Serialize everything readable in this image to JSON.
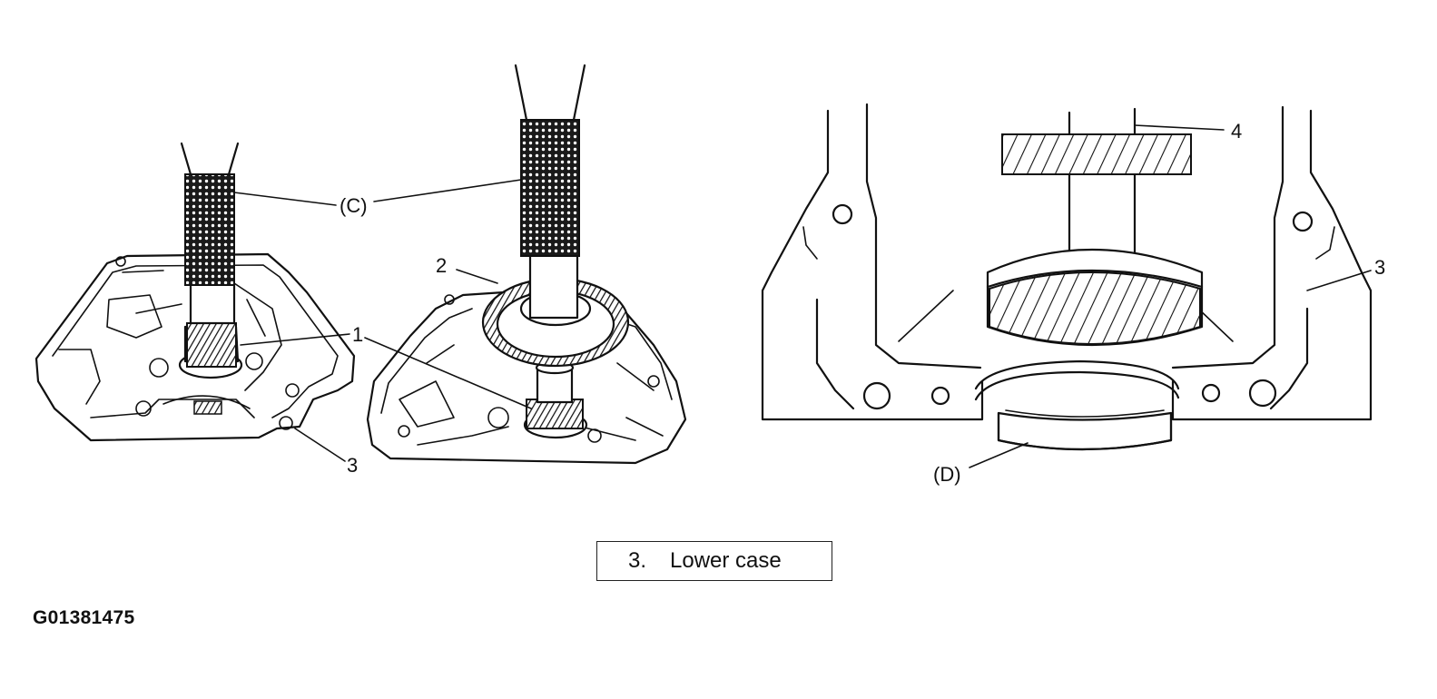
{
  "callouts": {
    "tool_c": "(C)",
    "part_1": "1",
    "part_2": "2",
    "part_3_left": "3",
    "part_3_right": "3",
    "part_4": "4",
    "tool_d": "(D)"
  },
  "caption": {
    "number": "3.",
    "text": "Lower case"
  },
  "figure_id": "G01381475"
}
